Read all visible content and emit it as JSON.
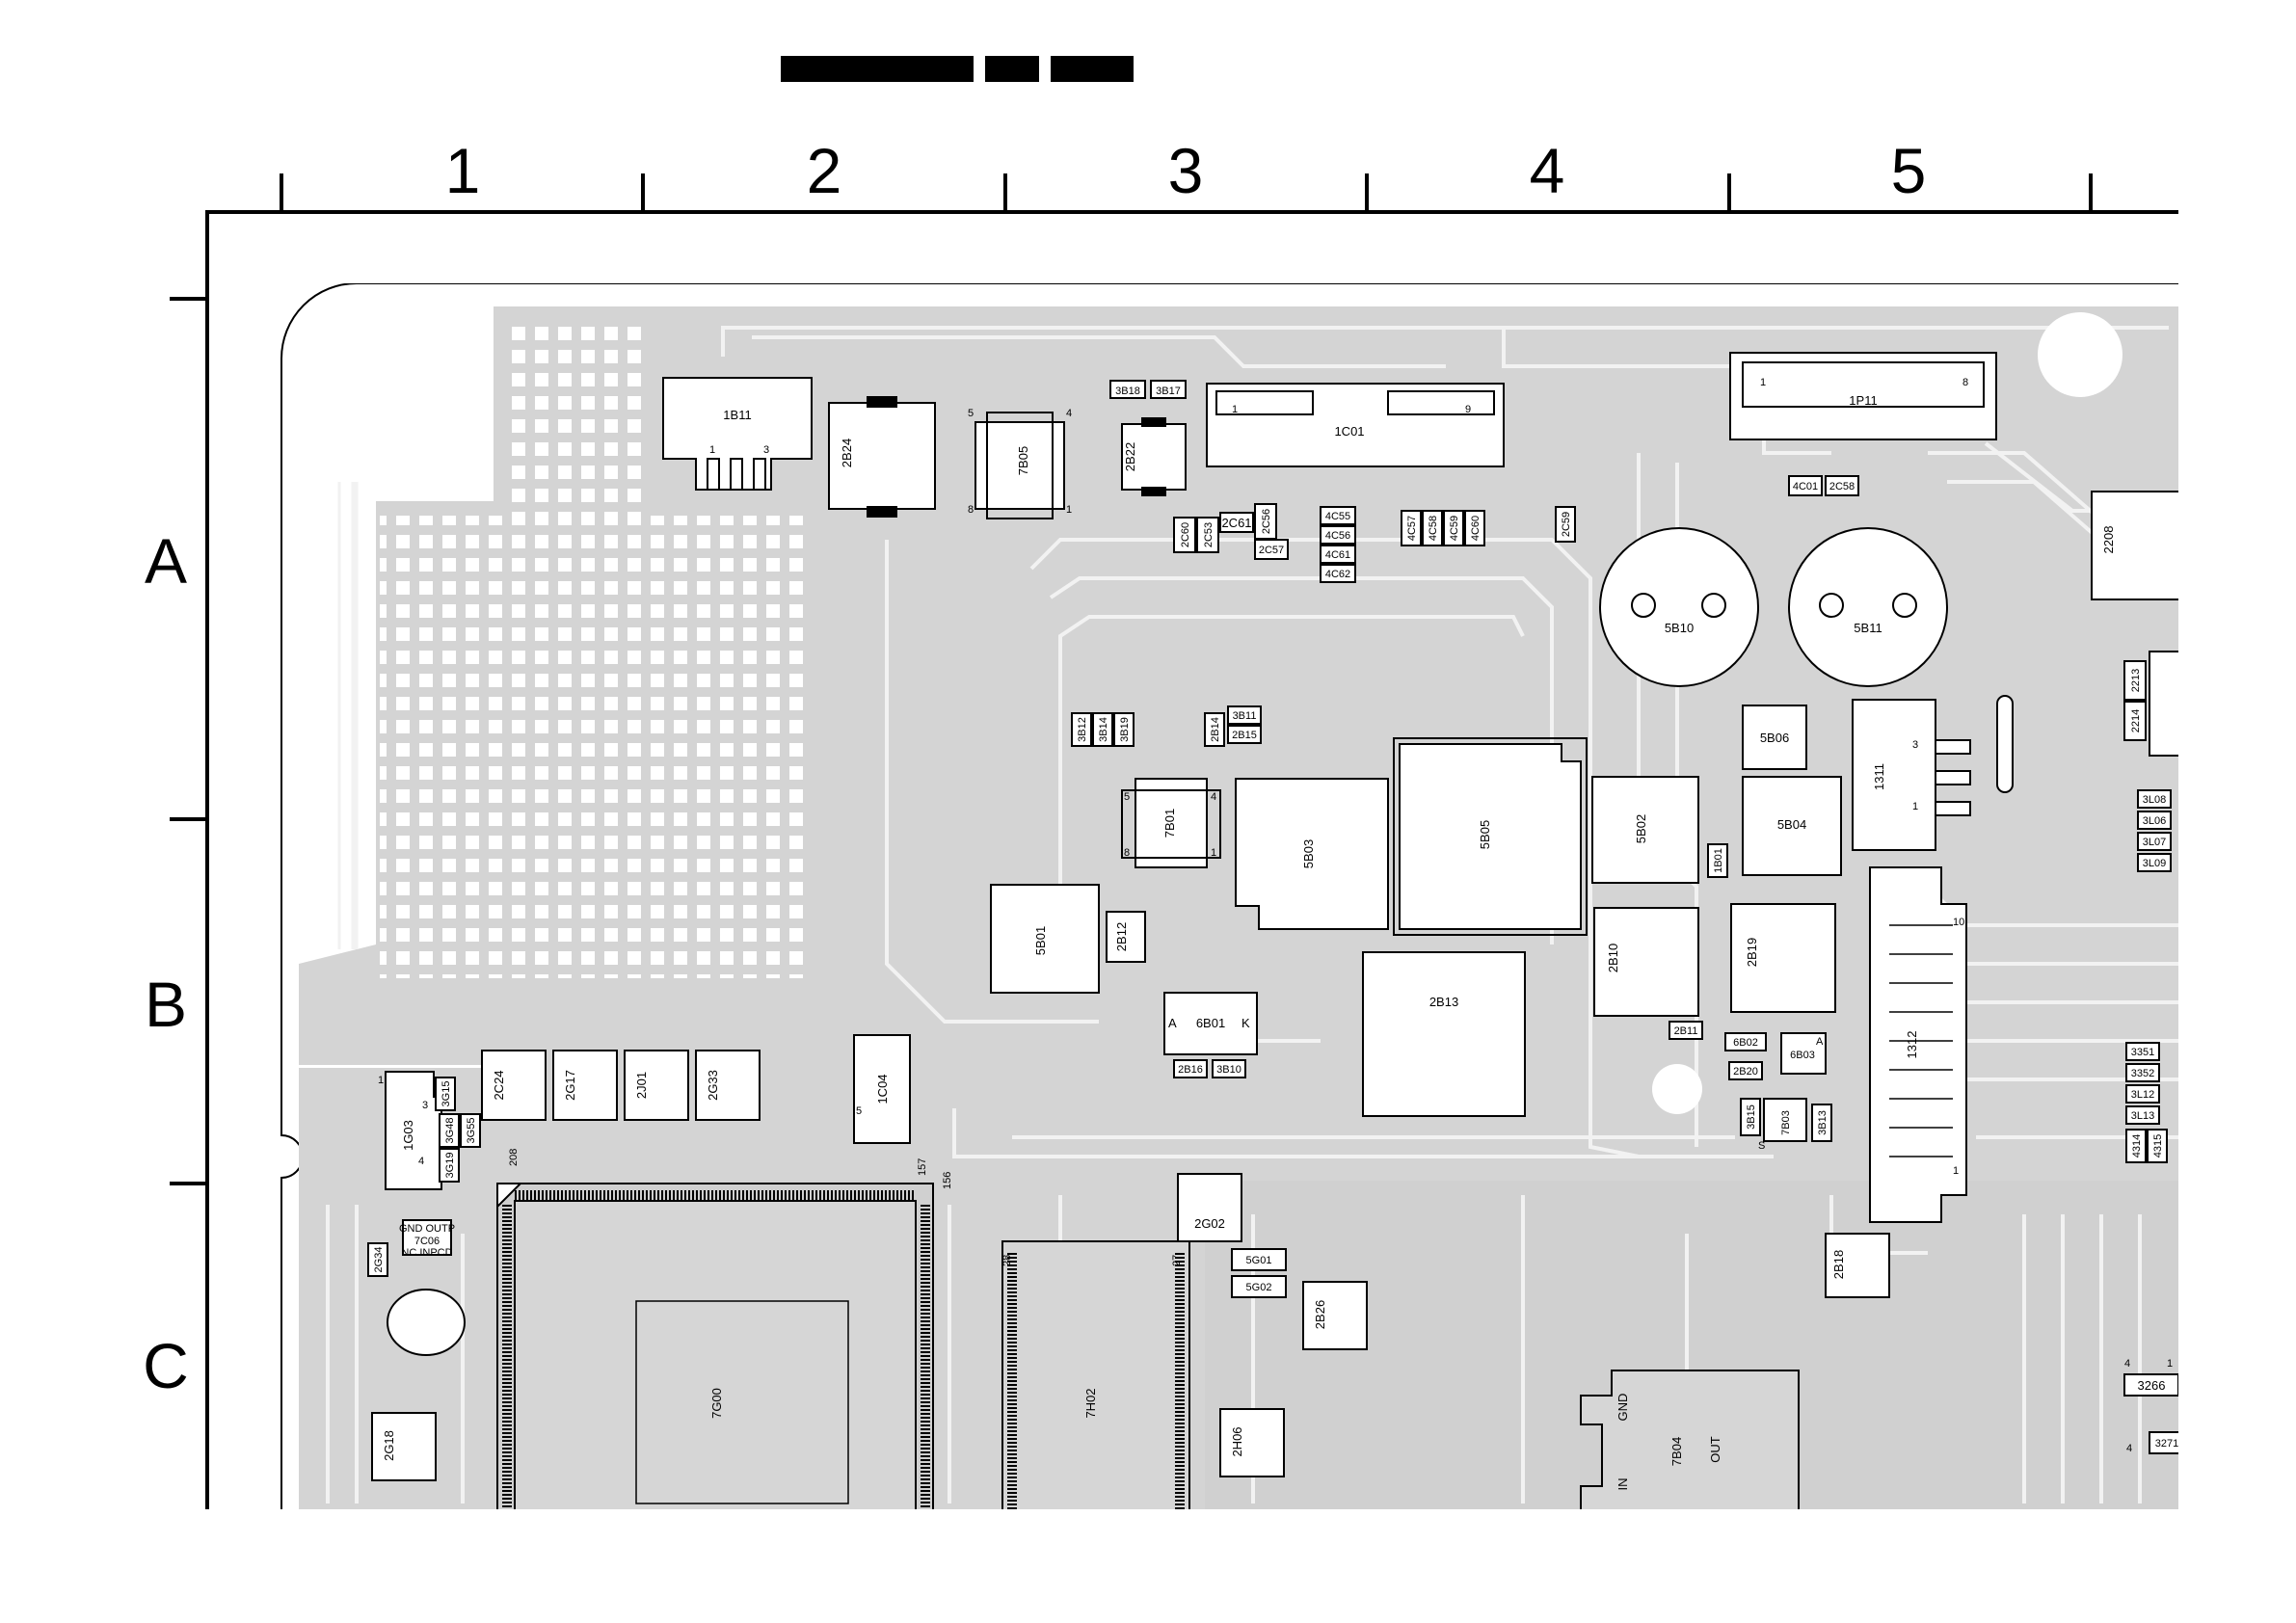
{
  "columns": [
    "1",
    "2",
    "3",
    "4",
    "5"
  ],
  "rows": [
    "A",
    "B",
    "C"
  ],
  "colors": {
    "board": "#d6d6d6",
    "trace": "#f4f4f4",
    "ink": "#000000",
    "pad": "#ffffff"
  },
  "parts": {
    "p1B11": "1B11",
    "p2B24": "2B24",
    "p7B05": "7B05",
    "p3B18": "3B18",
    "p3B17": "3B17",
    "p2B22": "2B22",
    "p1C01": "1C01",
    "p1P11": "1P11",
    "p4C01": "4C01",
    "p2C58": "2C58",
    "p2C60": "2C60",
    "p2C53": "2C53",
    "p2C61": "2C61",
    "p2C56": "2C56",
    "p2C57": "2C57",
    "p4C55": "4C55",
    "p4C56": "4C56",
    "p4C61": "4C61",
    "p4C62": "4C62",
    "p4C57": "4C57",
    "p4C58": "4C58",
    "p4C59": "4C59",
    "p4C60": "4C60",
    "p2C59": "2C59",
    "p5B10": "5B10",
    "p5B11": "5B11",
    "p2208": "2208",
    "p2213": "2213",
    "p2214": "2214",
    "p3B12": "3B12",
    "p3B14": "3B14",
    "p3B19": "3B19",
    "p2B14": "2B14",
    "p3B11": "3B11",
    "p2B15": "2B15",
    "p7B01": "7B01",
    "p5B03": "5B03",
    "p5B05": "5B05",
    "p5B02": "5B02",
    "p5B06": "5B06",
    "p5B04": "5B04",
    "p1311": "1311",
    "p6B01": "6B01",
    "p2B16": "2B16",
    "p3B10": "3B10",
    "p5B01": "5B01",
    "p2B12": "2B12",
    "p2B13": "2B13",
    "p2B10": "2B10",
    "p2B19": "2B19",
    "p2B11": "2B11",
    "p1B01": "1B01",
    "p6B02": "6B02",
    "p6B03": "6B03",
    "p2B20": "2B20",
    "p3B15": "3B15",
    "p7B03": "7B03",
    "p3B13": "3B13",
    "p1312": "1312",
    "p2B18": "2B18",
    "p3L08": "3L08",
    "p3L06": "3L06",
    "p3L07": "3L07",
    "p3L09": "3L09",
    "p3351": "3351",
    "p3352": "3352",
    "p3L12": "3L12",
    "p3L13": "3L13",
    "p4314": "4314",
    "p4315": "4315",
    "p1G03": "1G03",
    "p3G15": "3G15",
    "p3G48": "3G48",
    "p3G55": "3G55",
    "p3G19": "3G19",
    "p2C24": "2C24",
    "p2G17": "2G17",
    "p2J01": "2J01",
    "p2G33": "2G33",
    "p1C04": "1C04",
    "p2G02": "2G02",
    "p5G01": "5G01",
    "p5G02": "5G02",
    "p2B26": "2B26",
    "p2H06": "2H06",
    "p7G00": "7G00",
    "p7H02": "7H02",
    "p7B04": "7B04",
    "p2G18": "2G18",
    "p7C06": "7C06",
    "p2G34": "2G34",
    "p3266": "3266",
    "p3271": "3271"
  },
  "pins": {
    "one": "1",
    "three": "3",
    "four": "4",
    "five": "5",
    "eight": "8",
    "nine": "9",
    "ten": "10",
    "p208": "208",
    "p157": "157",
    "p156": "156",
    "p28": "28",
    "p27": "27",
    "a": "A",
    "k": "K",
    "s": "S",
    "gnd": "GND",
    "in": "IN",
    "out": "OUT",
    "gnd_outp": "GND OUTP",
    "nc_inp": "NC INPCD"
  }
}
